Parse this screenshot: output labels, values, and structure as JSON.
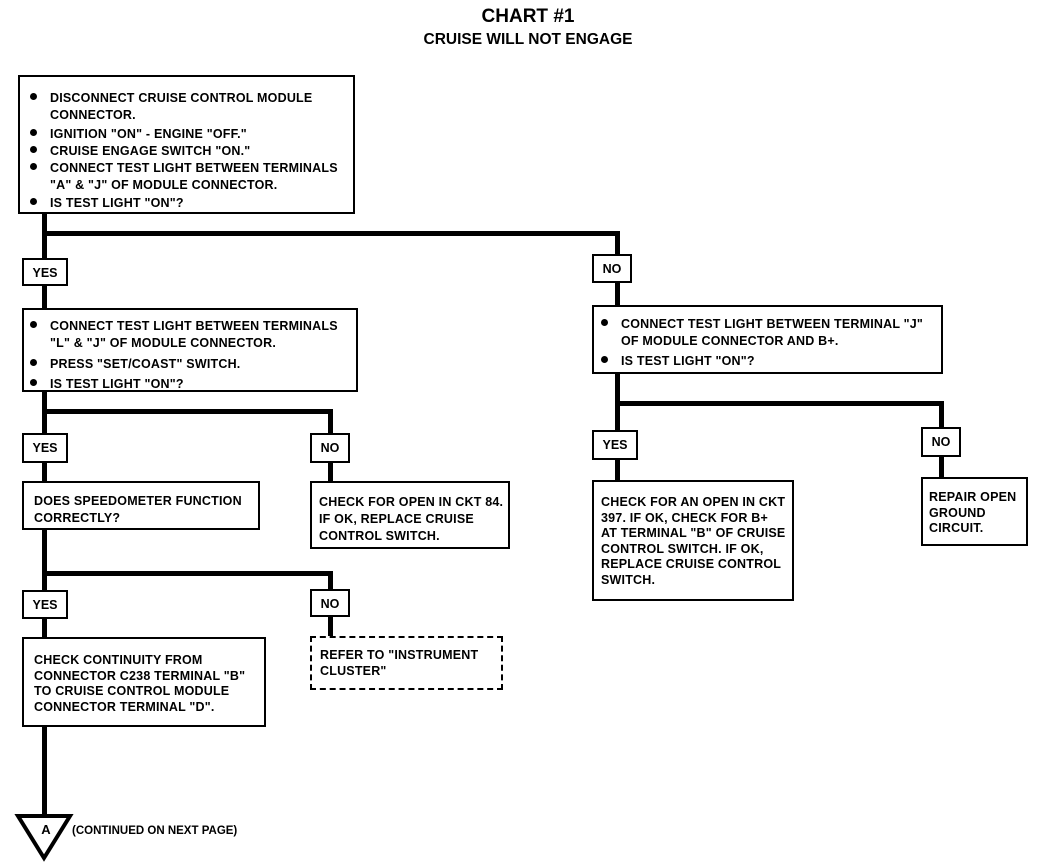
{
  "title": "CHART #1",
  "subtitle": "CRUISE WILL NOT ENGAGE",
  "start_box": {
    "items": [
      "DISCONNECT CRUISE CONTROL MODULE CONNECTOR.",
      "IGNITION \"ON\" - ENGINE \"OFF.\"",
      "CRUISE ENGAGE SWITCH \"ON.\"",
      "CONNECT TEST LIGHT BETWEEN TERMINALS \"A\" & \"J\" OF MODULE CONNECTOR.",
      "IS TEST LIGHT \"ON\"?"
    ]
  },
  "labels": {
    "yes": "YES",
    "no": "NO"
  },
  "left_box2": {
    "items": [
      "CONNECT TEST LIGHT BETWEEN TERMINALS \"L\" & \"J\" OF MODULE CONNECTOR.",
      "PRESS \"SET/COAST\" SWITCH.",
      "IS TEST LIGHT \"ON\"?"
    ]
  },
  "right_box2": {
    "items": [
      "CONNECT TEST LIGHT BETWEEN TERMINAL \"J\" OF MODULE CONNECTOR AND B+.",
      "IS TEST LIGHT \"ON\"?"
    ]
  },
  "speedo_box": "DOES SPEEDOMETER FUNCTION CORRECTLY?",
  "ckt84_box": "CHECK FOR OPEN IN CKT 84. IF OK, REPLACE CRUISE CONTROL SWITCH.",
  "ckt397_box": "CHECK FOR AN OPEN IN CKT 397. IF OK, CHECK FOR B+ AT TERMINAL \"B\" OF CRUISE CONTROL SWITCH. IF OK, REPLACE CRUISE CONTROL SWITCH.",
  "ground_box": "REPAIR OPEN GROUND CIRCUIT.",
  "continuity_box": "CHECK CONTINUITY FROM CONNECTOR C238 TERMINAL \"B\" TO CRUISE CONTROL MODULE CONNECTOR TERMINAL \"D\".",
  "instrument_box": "REFER TO \"INSTRUMENT CLUSTER\"",
  "connector": {
    "letter": "A",
    "text": "(CONTINUED ON NEXT PAGE)"
  }
}
